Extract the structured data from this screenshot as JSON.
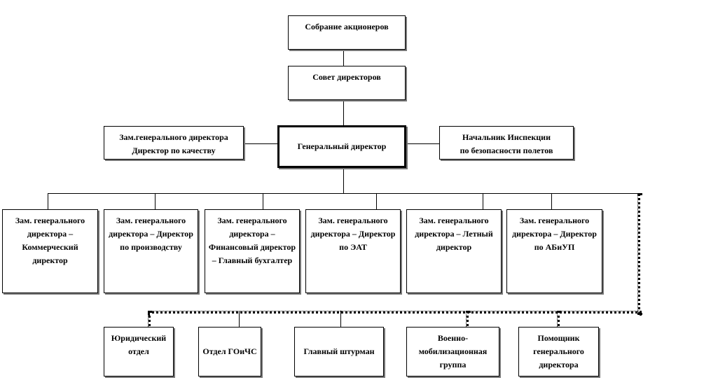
{
  "top": {
    "shareholders": "Собрание акционеров",
    "board": "Совет директоров"
  },
  "middle": {
    "left": "Зам.генерального директора\nДиректор по качеству",
    "center": "Генеральный директор",
    "right": "Начальник Инспекции\nпо безопасности полетов"
  },
  "deputies": [
    "Зам. генерального директора – Коммерческий директор",
    "Зам. генерального директора – Директор по производству",
    "Зам. генерального директора – Финансовый директор – Главный бухгалтер",
    "Зам. генерального директора – Директор по ЭАТ",
    "Зам. генерального директора – Летный директор",
    "Зам. генерального директора – Директор по АБиУП"
  ],
  "units": [
    "Юридический отдел",
    "Отдел ГОиЧС",
    "Главный штурман",
    "Военно-мобилизационная группа",
    "Помощник генерального директора"
  ]
}
